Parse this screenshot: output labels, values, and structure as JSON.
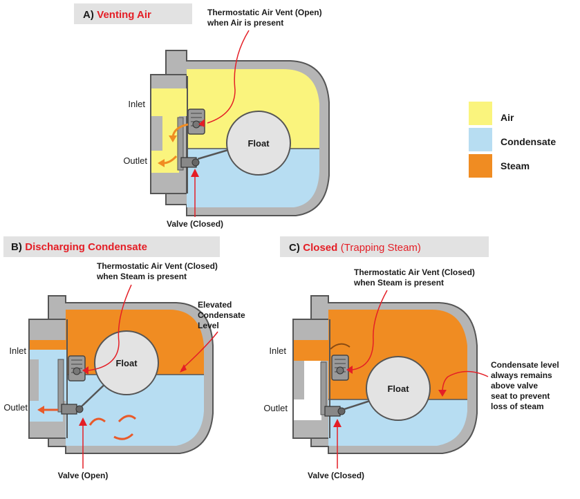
{
  "colors": {
    "air": "#faf47d",
    "condensate": "#b7ddf2",
    "steam": "#f08c22",
    "body": "#b5b5b5",
    "body_stroke": "#555555",
    "header_bg": "#e2e2e2",
    "accent": "#e41e26"
  },
  "panels": {
    "a": {
      "tag": "A)",
      "title": "Venting Air",
      "note": "",
      "vent_label": [
        "Thermostatic Air Vent (Open)",
        "when Air is present"
      ],
      "inlet": "Inlet",
      "outlet": "Outlet",
      "float": "Float",
      "valve_label": "Valve (Closed)"
    },
    "b": {
      "tag": "B)",
      "title": "Discharging Condensate",
      "note": "",
      "vent_label": [
        "Thermostatic Air Vent (Closed)",
        "when Steam is present"
      ],
      "level_label": [
        "Elevated",
        "Condensate",
        "Level"
      ],
      "inlet": "Inlet",
      "outlet": "Outlet",
      "float": "Float",
      "valve_label": "Valve (Open)"
    },
    "c": {
      "tag": "C)",
      "title": "Closed",
      "note": "(Trapping Steam)",
      "vent_label": [
        "Thermostatic Air Vent (Closed)",
        "when Steam is present"
      ],
      "level_label": [
        "Condensate level",
        "always remains",
        "above valve",
        "seat to prevent",
        "loss of steam"
      ],
      "inlet": "Inlet",
      "outlet": "Outlet",
      "float": "Float",
      "valve_label": "Valve (Closed)"
    }
  },
  "legend": [
    {
      "label": "Air",
      "color": "#faf47d"
    },
    {
      "label": "Condensate",
      "color": "#b7ddf2"
    },
    {
      "label": "Steam",
      "color": "#f08c22"
    }
  ]
}
